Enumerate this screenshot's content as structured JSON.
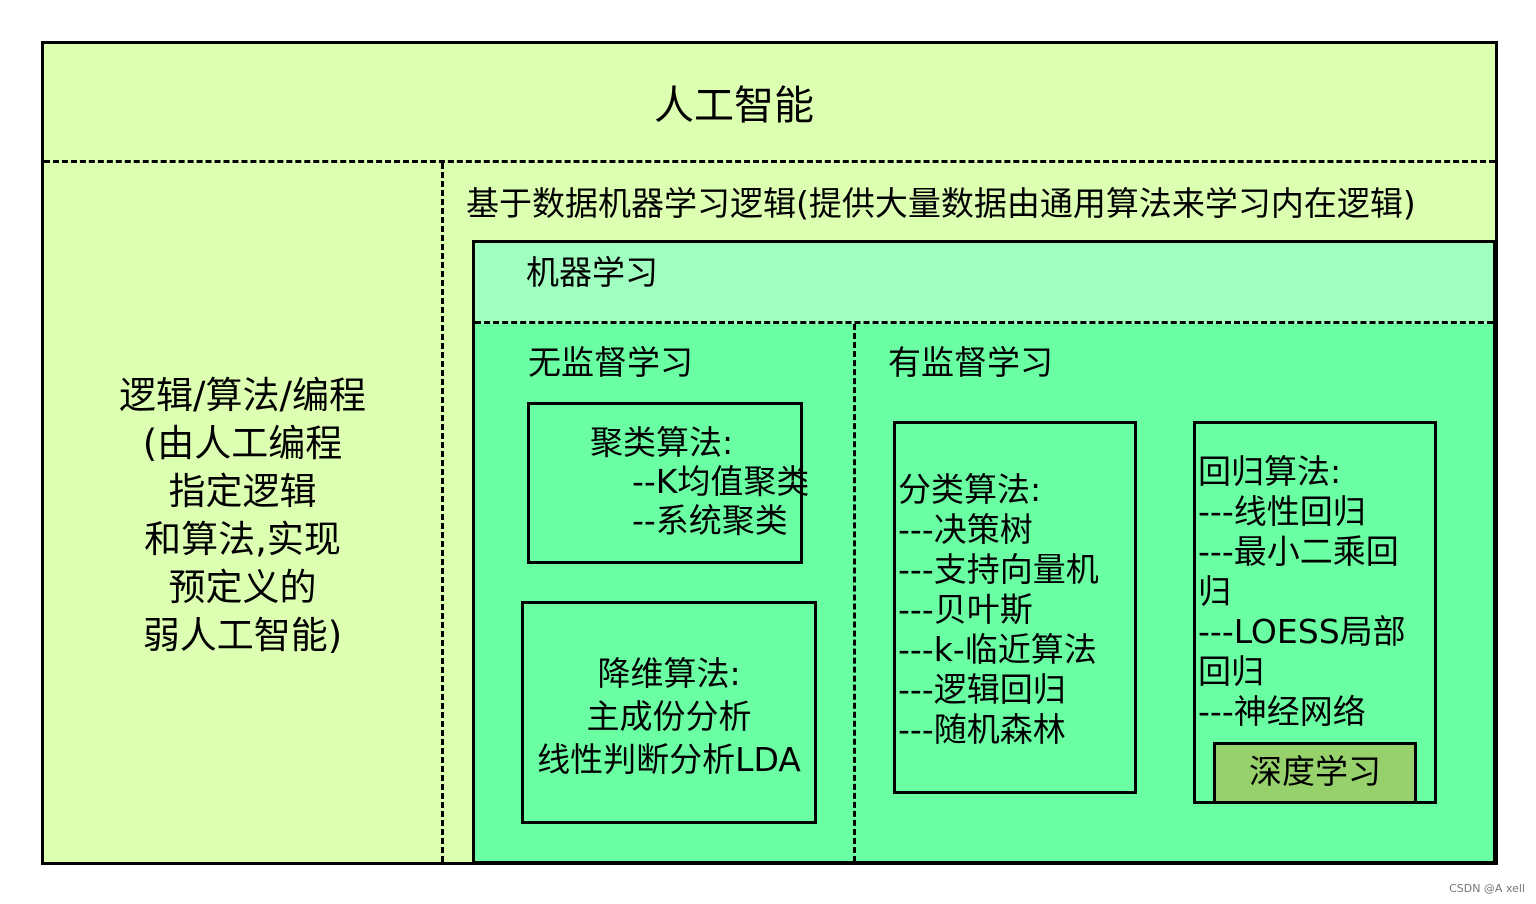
{
  "diagram": {
    "ai_title": "人工智能",
    "logic_programming": [
      "逻辑/算法/编程",
      "(由人工编程",
      "指定逻辑",
      "和算法,实现",
      "预定义的",
      "弱人工智能)"
    ],
    "data_learning_title": "基于数据机器学习逻辑(提供大量数据由通用算法来学习内在逻辑)",
    "machine_learning_title": "机器学习",
    "unsupervised": {
      "title": "无监督学习",
      "clustering": [
        "聚类算法:",
        "    --K均值聚类",
        "    --系统聚类"
      ],
      "dimension_reduction": [
        "降维算法:",
        "主成份分析",
        "线性判断分析LDA"
      ]
    },
    "supervised": {
      "title": "有监督学习",
      "classification": [
        "分类算法:",
        "---决策树",
        "---支持向量机",
        "---贝叶斯",
        "---k-临近算法",
        "---逻辑回归",
        "---随机森林"
      ],
      "regression": [
        "回归算法:",
        "---线性回归",
        "---最小二乘回",
        "归",
        "---LOESS局部",
        "回归",
        "---神经网络"
      ],
      "deep_learning": "深度学习"
    }
  },
  "colors": {
    "outer_background": "#dcffb2",
    "machine_learning_header": "#a0ffc0",
    "machine_learning_body": "#6bffa3",
    "deep_learning": "#97d16b"
  },
  "watermark": "CSDN @A xell"
}
